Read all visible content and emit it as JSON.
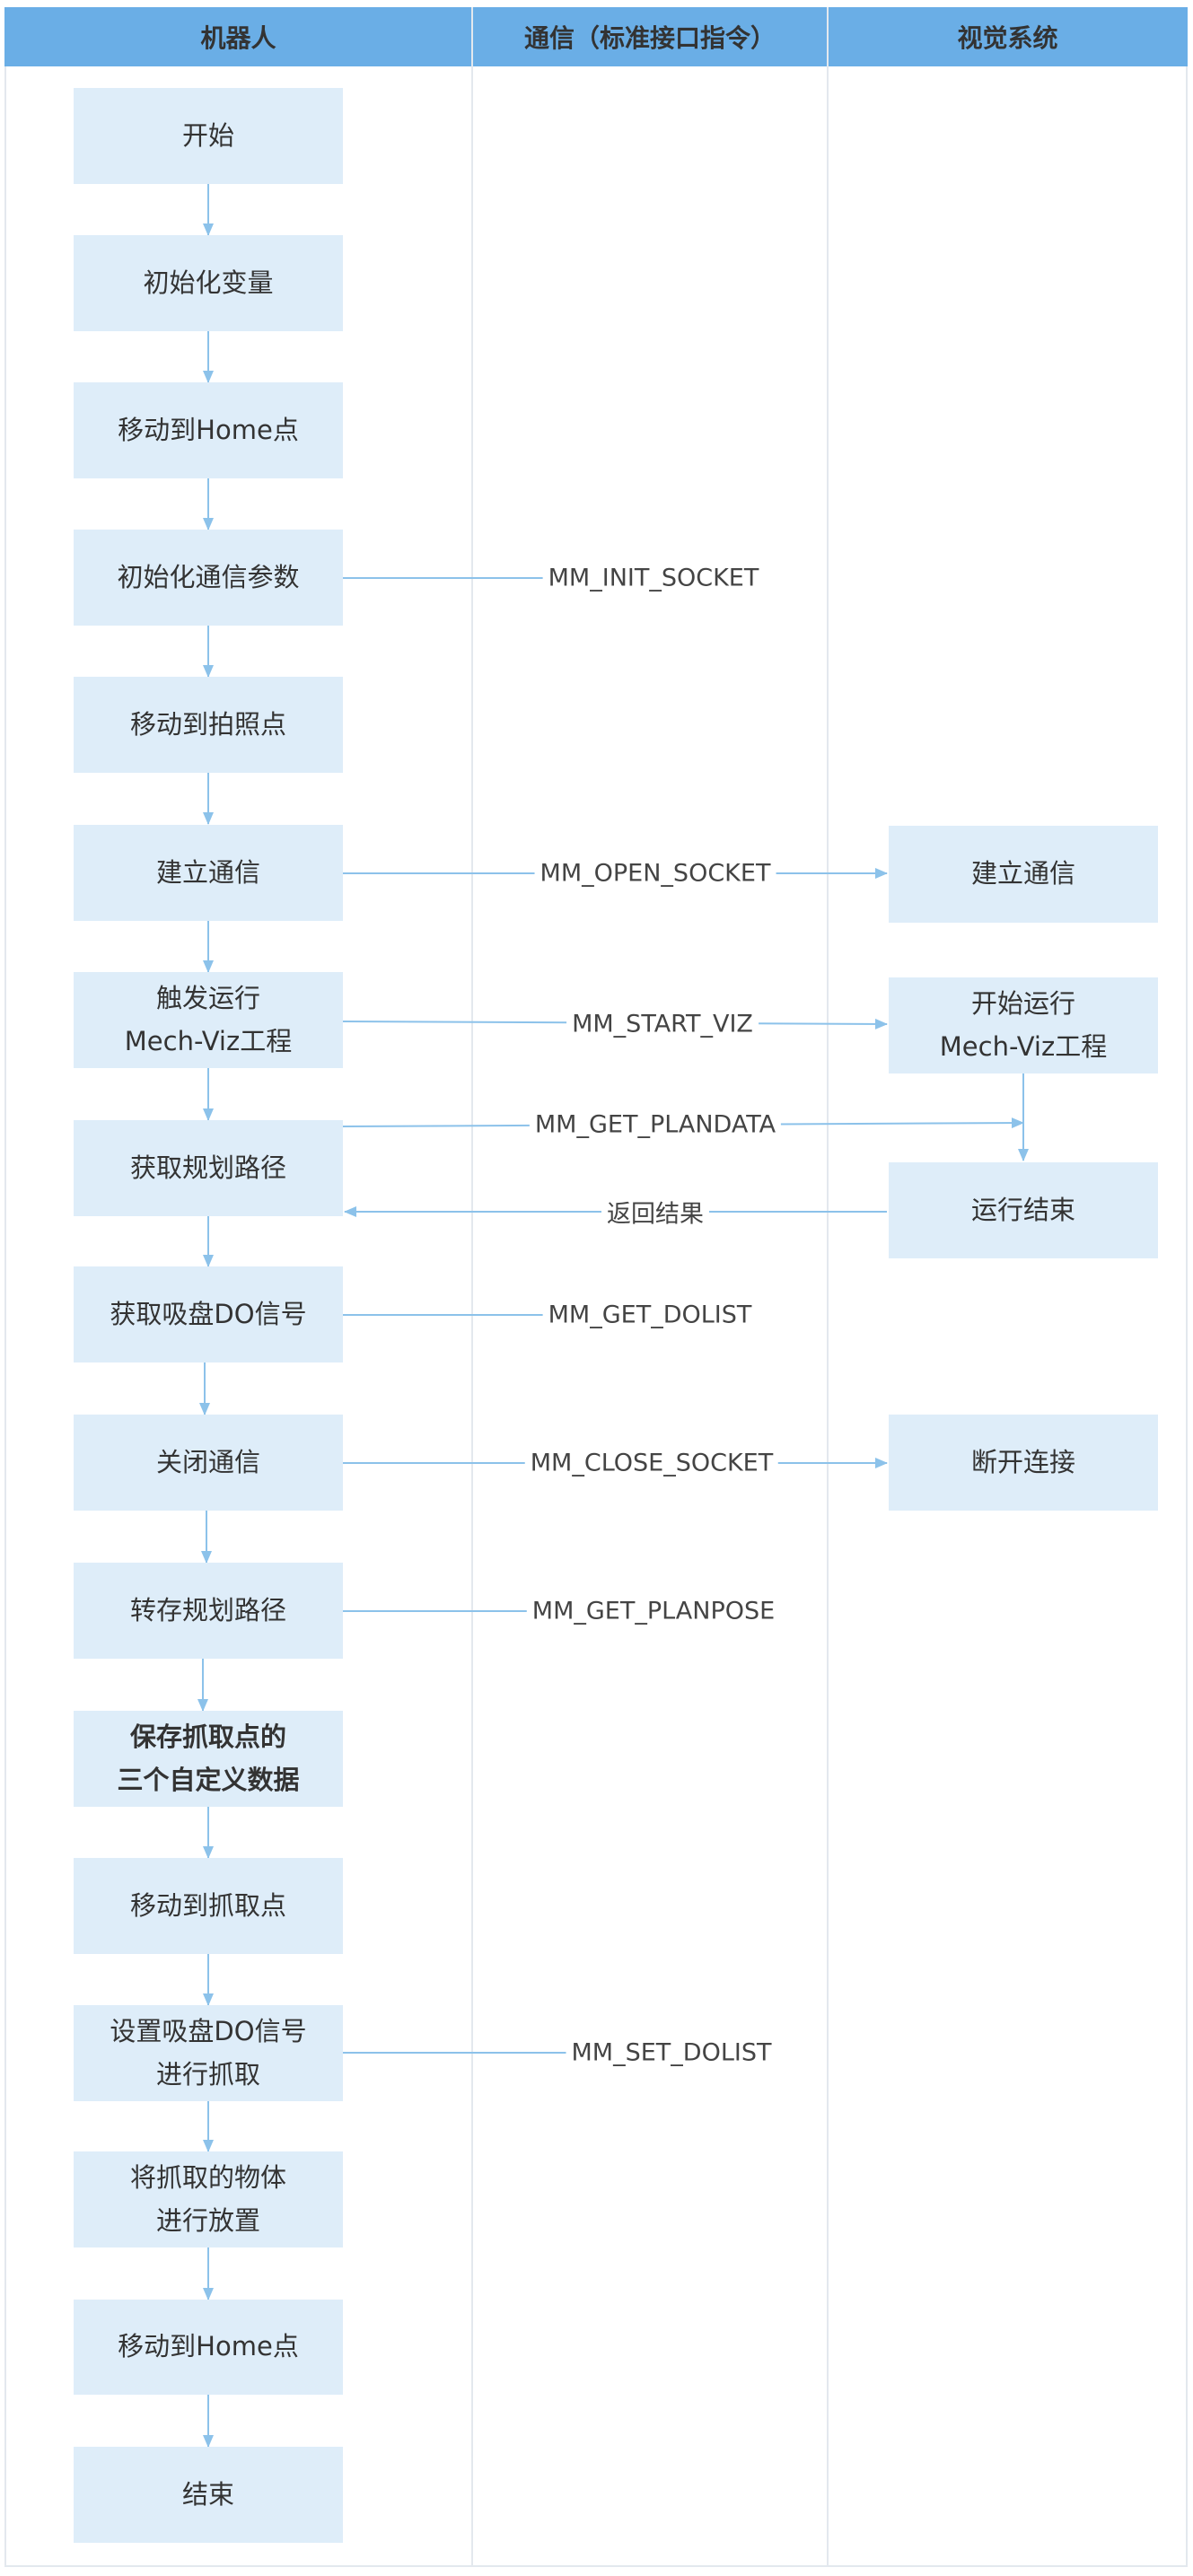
{
  "columns": {
    "robot": "机器人",
    "comm": "通信（标准接口指令）",
    "vision": "视觉系统"
  },
  "robot_steps": {
    "start": "开始",
    "init_vars": "初始化变量",
    "move_home": "移动到Home点",
    "init_comm_params": "初始化通信参数",
    "move_photo": "移动到拍照点",
    "open_comm": "建立通信",
    "trigger_viz": "触发运行\nMech-Viz工程",
    "get_path": "获取规划路径",
    "get_do": "获取吸盘DO信号",
    "close_comm": "关闭通信",
    "store_path": "转存规划路径",
    "save_data": "保存抓取点的\n三个自定义数据",
    "move_pick": "移动到抓取点",
    "set_do": "设置吸盘DO信号\n进行抓取",
    "place": "将抓取的物体\n进行放置",
    "move_home_2": "移动到Home点",
    "end": "结束"
  },
  "vision_steps": {
    "open_comm": "建立通信",
    "start_viz": "开始运行\nMech-Viz工程",
    "run_end": "运行结束",
    "disconnect": "断开连接"
  },
  "commands": {
    "init_socket": "MM_INIT_SOCKET",
    "open_socket": "MM_OPEN_SOCKET",
    "start_viz": "MM_START_VIZ",
    "get_plandata": "MM_GET_PLANDATA",
    "return_result": "返回结果",
    "get_dolist": "MM_GET_DOLIST",
    "close_socket": "MM_CLOSE_SOCKET",
    "get_planpose": "MM_GET_PLANPOSE",
    "set_dolist": "MM_SET_DOLIST"
  },
  "colors": {
    "header": "#6aaee6",
    "node_fill": "#deedf9",
    "arrow": "#8cc2ea",
    "divider": "#e3e8ee"
  }
}
